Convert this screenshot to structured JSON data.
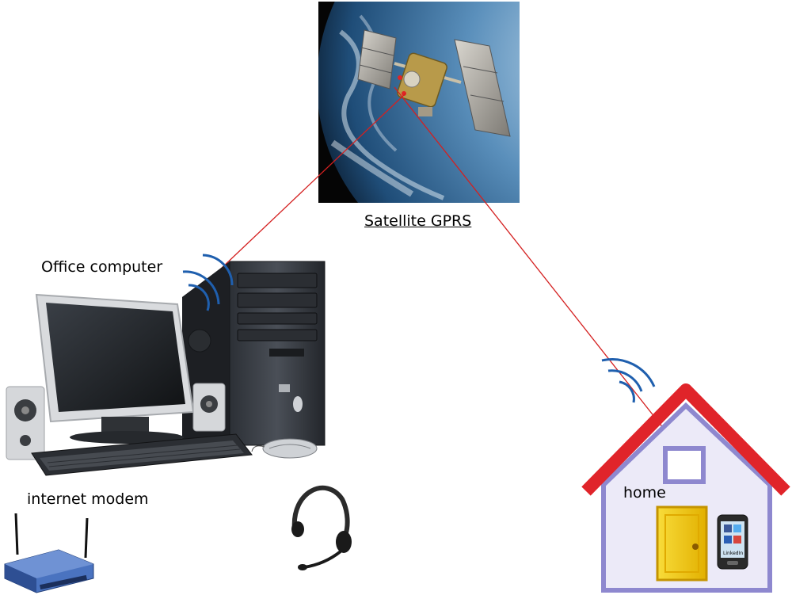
{
  "labels": {
    "satellite": "Satellite GPRS",
    "office": "Office computer",
    "modem": "internet modem",
    "home": "home"
  },
  "phone_apps": {
    "linkedin": "LinkedIn"
  },
  "colors": {
    "link_line": "#d42020",
    "wifi_waves": "#1f5fae",
    "roof": "#e0242a",
    "house_wall": "#eceaf8",
    "house_outline": "#8e88cf",
    "door": "#f5cd1a",
    "space": "#050505"
  }
}
